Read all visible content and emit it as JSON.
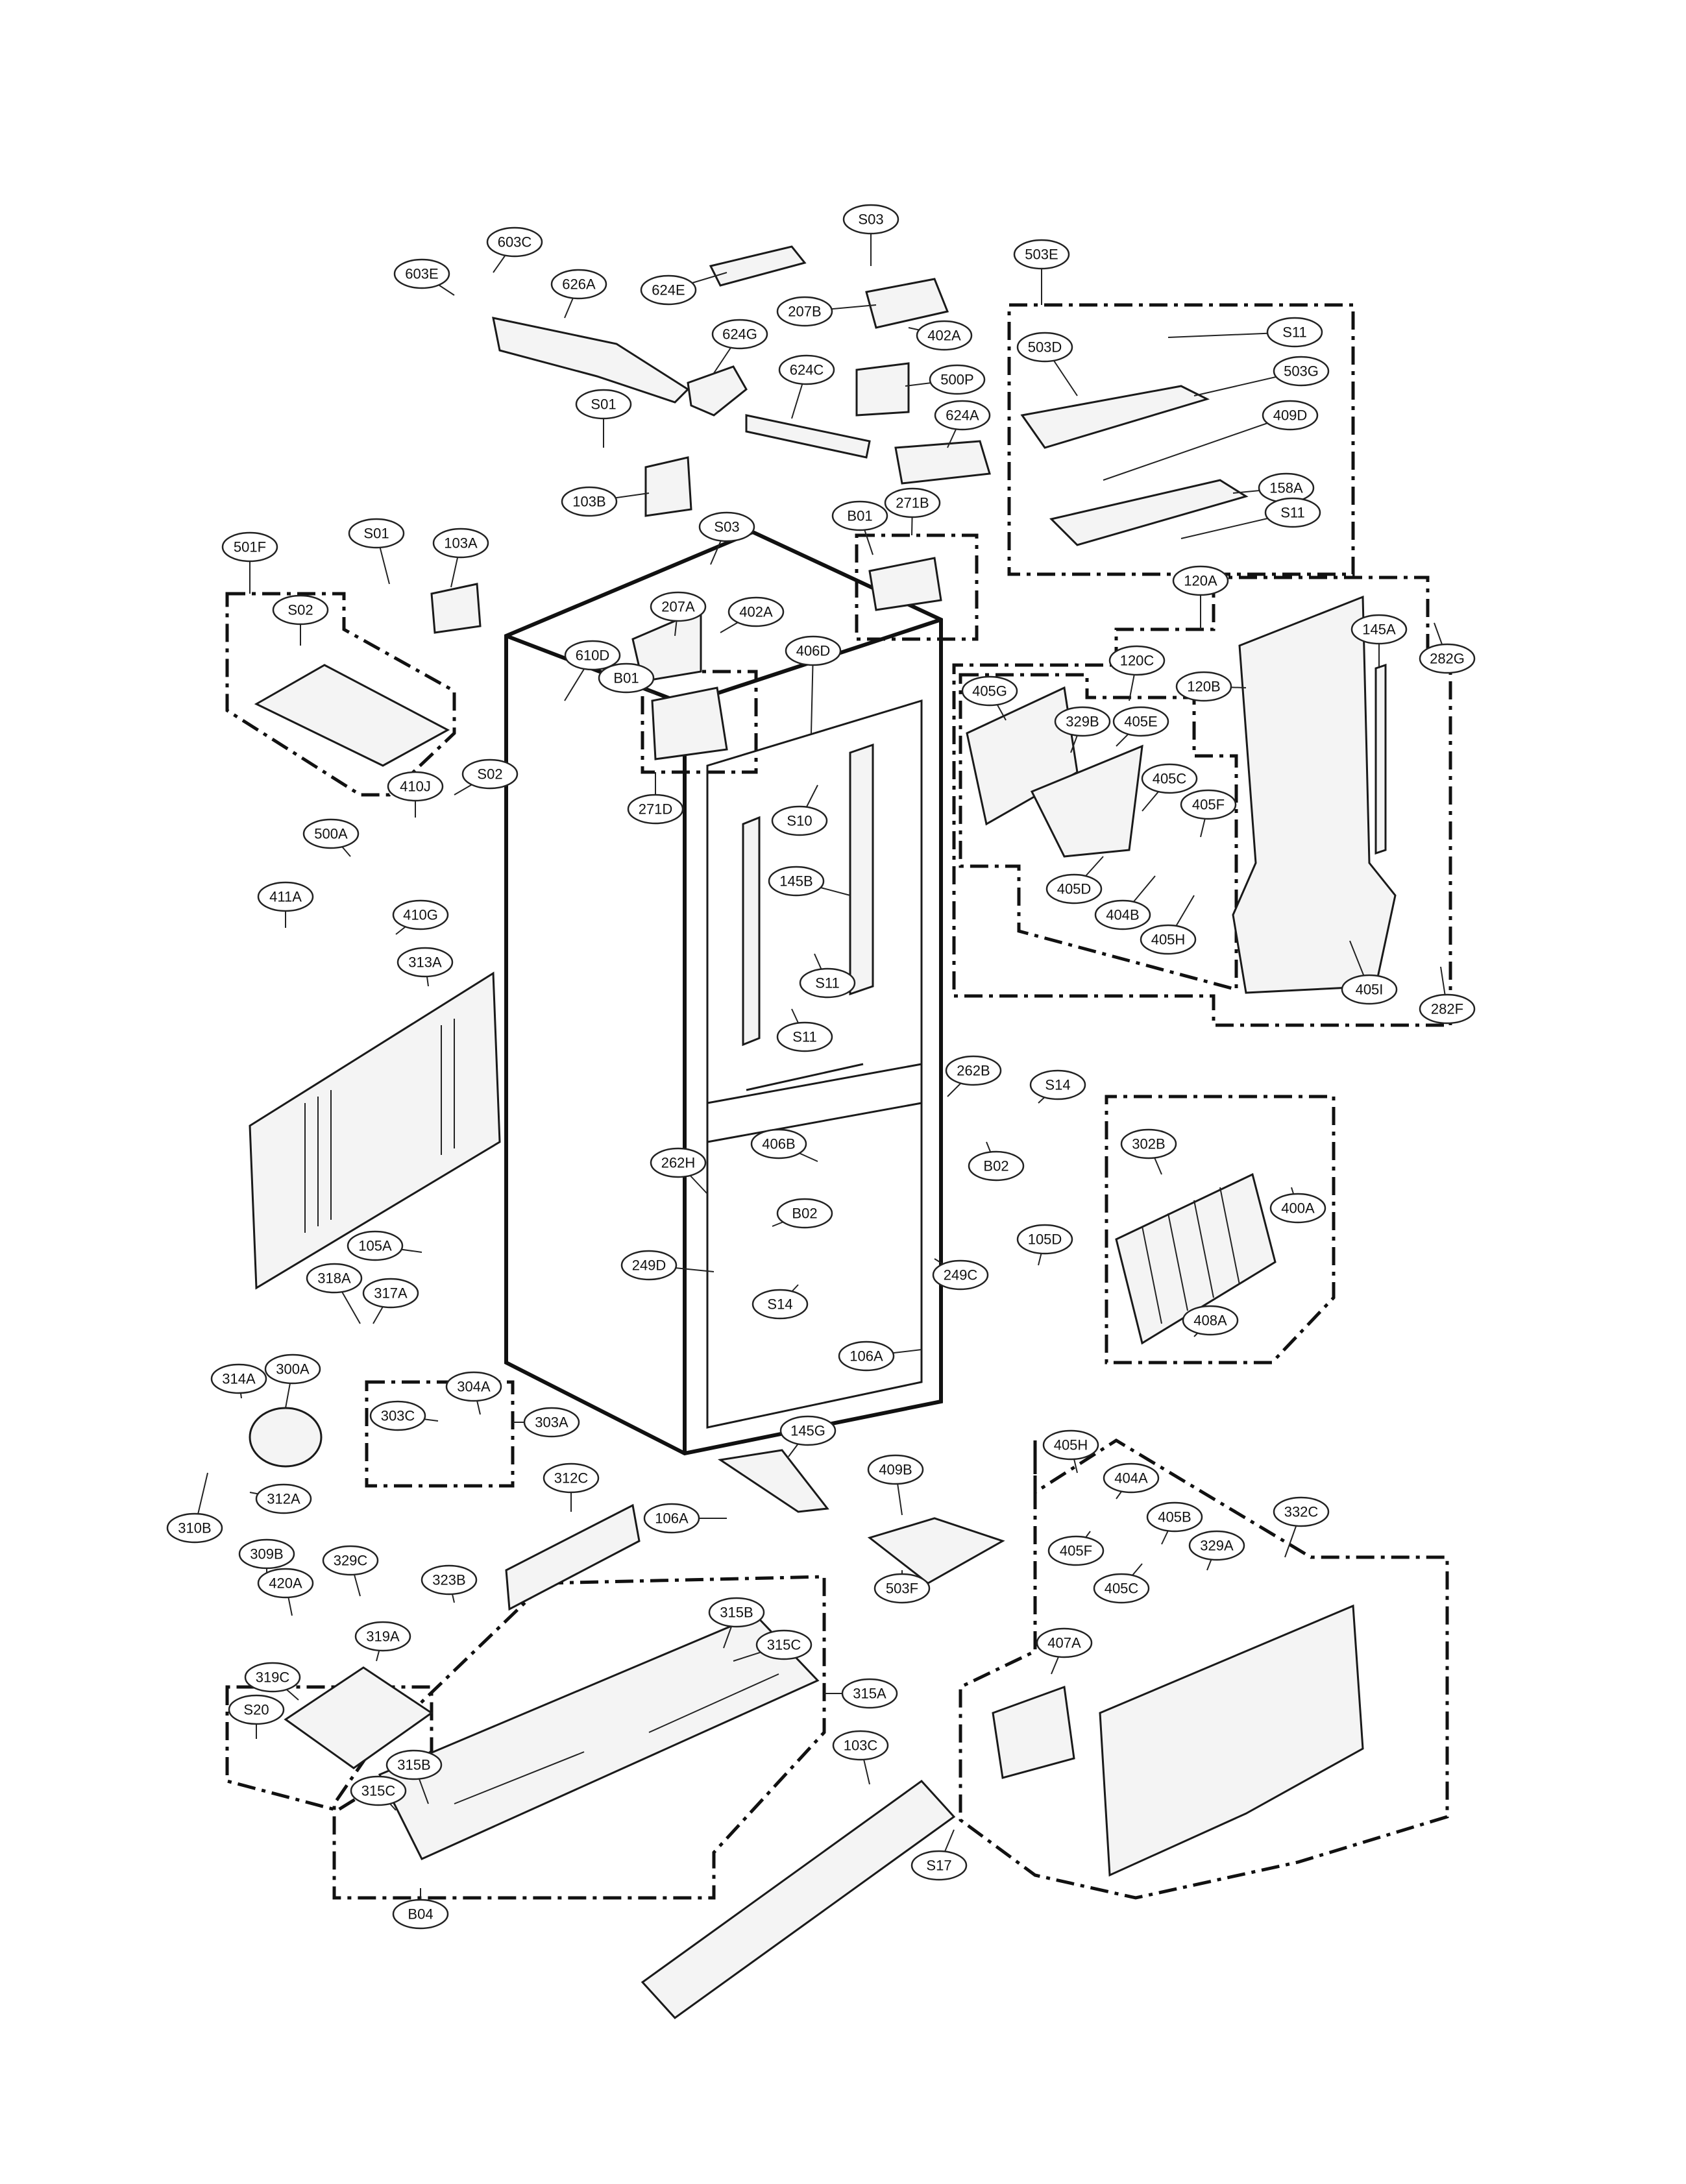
{
  "callouts": [
    {
      "id": "S03",
      "text": "S03"
    },
    {
      "id": "603C",
      "text": "603C"
    },
    {
      "id": "603E",
      "text": "603E"
    },
    {
      "id": "626A",
      "text": "626A"
    },
    {
      "id": "624E",
      "text": "624E"
    },
    {
      "id": "207B",
      "text": "207B"
    },
    {
      "id": "402A_top",
      "text": "402A"
    },
    {
      "id": "503E",
      "text": "503E"
    },
    {
      "id": "624G",
      "text": "624G"
    },
    {
      "id": "624C",
      "text": "624C"
    },
    {
      "id": "500P",
      "text": "500P"
    },
    {
      "id": "S11_a",
      "text": "S11"
    },
    {
      "id": "503D",
      "text": "503D"
    },
    {
      "id": "503G",
      "text": "503G"
    },
    {
      "id": "S01_top",
      "text": "S01"
    },
    {
      "id": "624A",
      "text": "624A"
    },
    {
      "id": "409D",
      "text": "409D"
    },
    {
      "id": "158A",
      "text": "158A"
    },
    {
      "id": "103B",
      "text": "103B"
    },
    {
      "id": "S11_b",
      "text": "S11"
    },
    {
      "id": "B01_right",
      "text": "B01"
    },
    {
      "id": "271B",
      "text": "271B"
    },
    {
      "id": "501F",
      "text": "501F"
    },
    {
      "id": "S01_left",
      "text": "S01"
    },
    {
      "id": "103A",
      "text": "103A"
    },
    {
      "id": "S03_mid",
      "text": "S03"
    },
    {
      "id": "120A",
      "text": "120A"
    },
    {
      "id": "207A",
      "text": "207A"
    },
    {
      "id": "S02_a",
      "text": "S02"
    },
    {
      "id": "402A_mid",
      "text": "402A"
    },
    {
      "id": "145A",
      "text": "145A"
    },
    {
      "id": "282G",
      "text": "282G"
    },
    {
      "id": "610D",
      "text": "610D"
    },
    {
      "id": "406D",
      "text": "406D"
    },
    {
      "id": "120C",
      "text": "120C"
    },
    {
      "id": "120B",
      "text": "120B"
    },
    {
      "id": "B01_left",
      "text": "B01"
    },
    {
      "id": "405G",
      "text": "405G"
    },
    {
      "id": "329B",
      "text": "329B"
    },
    {
      "id": "405E",
      "text": "405E"
    },
    {
      "id": "S02_b",
      "text": "S02"
    },
    {
      "id": "271D",
      "text": "271D"
    },
    {
      "id": "405C_top",
      "text": "405C"
    },
    {
      "id": "410J",
      "text": "410J"
    },
    {
      "id": "S10",
      "text": "S10"
    },
    {
      "id": "405F_top",
      "text": "405F"
    },
    {
      "id": "500A",
      "text": "500A"
    },
    {
      "id": "145B",
      "text": "145B"
    },
    {
      "id": "405D",
      "text": "405D"
    },
    {
      "id": "404B",
      "text": "404B"
    },
    {
      "id": "411A",
      "text": "411A"
    },
    {
      "id": "410G",
      "text": "410G"
    },
    {
      "id": "405H_top",
      "text": "405H"
    },
    {
      "id": "313A",
      "text": "313A"
    },
    {
      "id": "S11_c",
      "text": "S11"
    },
    {
      "id": "405I",
      "text": "405I"
    },
    {
      "id": "282F",
      "text": "282F"
    },
    {
      "id": "S11_d",
      "text": "S11"
    },
    {
      "id": "262B",
      "text": "262B"
    },
    {
      "id": "S14_right",
      "text": "S14"
    },
    {
      "id": "406B",
      "text": "406B"
    },
    {
      "id": "B02_right",
      "text": "B02"
    },
    {
      "id": "302B",
      "text": "302B"
    },
    {
      "id": "262H",
      "text": "262H"
    },
    {
      "id": "400A",
      "text": "400A"
    },
    {
      "id": "B02_mid",
      "text": "B02"
    },
    {
      "id": "105A",
      "text": "105A"
    },
    {
      "id": "105D",
      "text": "105D"
    },
    {
      "id": "249D",
      "text": "249D"
    },
    {
      "id": "249C",
      "text": "249C"
    },
    {
      "id": "318A",
      "text": "318A"
    },
    {
      "id": "317A",
      "text": "317A"
    },
    {
      "id": "S14_mid",
      "text": "S14"
    },
    {
      "id": "408A",
      "text": "408A"
    },
    {
      "id": "106A_a",
      "text": "106A"
    },
    {
      "id": "314A",
      "text": "314A"
    },
    {
      "id": "300A",
      "text": "300A"
    },
    {
      "id": "304A",
      "text": "304A"
    },
    {
      "id": "303C",
      "text": "303C"
    },
    {
      "id": "303A",
      "text": "303A"
    },
    {
      "id": "145G",
      "text": "145G"
    },
    {
      "id": "405H_bot",
      "text": "405H"
    },
    {
      "id": "312C",
      "text": "312C"
    },
    {
      "id": "409B",
      "text": "409B"
    },
    {
      "id": "404A",
      "text": "404A"
    },
    {
      "id": "312A",
      "text": "312A"
    },
    {
      "id": "332C",
      "text": "332C"
    },
    {
      "id": "310B",
      "text": "310B"
    },
    {
      "id": "106A_b",
      "text": "106A"
    },
    {
      "id": "405B",
      "text": "405B"
    },
    {
      "id": "405F_bot",
      "text": "405F"
    },
    {
      "id": "309B",
      "text": "309B"
    },
    {
      "id": "329C",
      "text": "329C"
    },
    {
      "id": "329A",
      "text": "329A"
    },
    {
      "id": "405C_bot",
      "text": "405C"
    },
    {
      "id": "503F",
      "text": "503F"
    },
    {
      "id": "420A",
      "text": "420A"
    },
    {
      "id": "323B",
      "text": "323B"
    },
    {
      "id": "315B_top",
      "text": "315B"
    },
    {
      "id": "319A",
      "text": "319A"
    },
    {
      "id": "315C_top",
      "text": "315C"
    },
    {
      "id": "407A",
      "text": "407A"
    },
    {
      "id": "319C",
      "text": "319C"
    },
    {
      "id": "315A",
      "text": "315A"
    },
    {
      "id": "S20",
      "text": "S20"
    },
    {
      "id": "103C",
      "text": "103C"
    },
    {
      "id": "315B_bot",
      "text": "315B"
    },
    {
      "id": "315C_bot",
      "text": "315C"
    },
    {
      "id": "S17",
      "text": "S17"
    },
    {
      "id": "B04",
      "text": "B04"
    }
  ]
}
